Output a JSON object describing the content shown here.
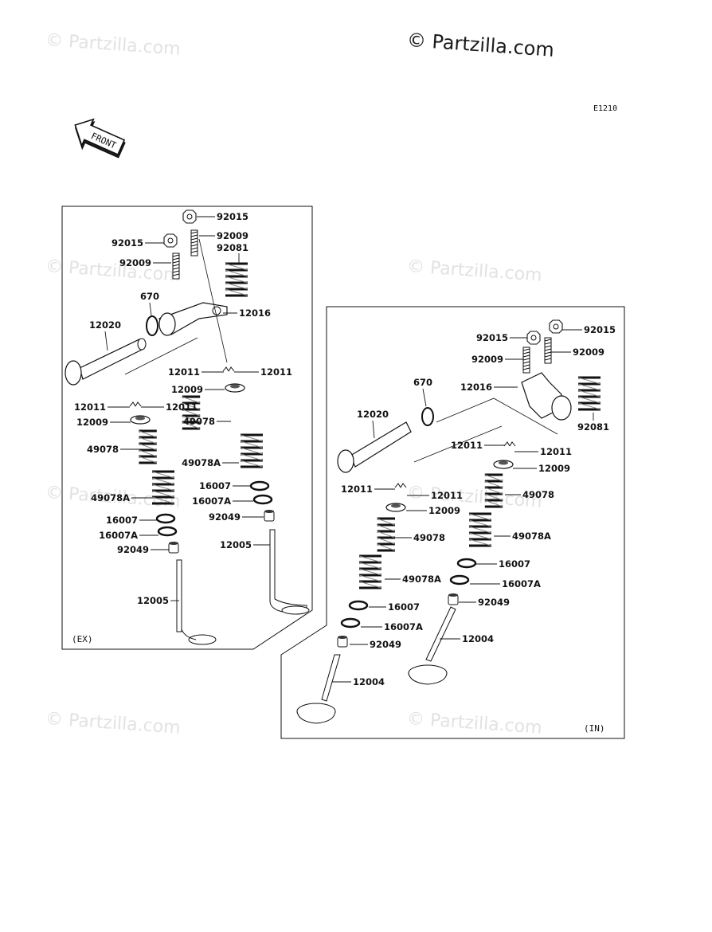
{
  "watermark": "© Partzilla.com",
  "brand": "© Partzilla.com",
  "diagram_code": "E1210",
  "front_label": "FRONT",
  "exhaust_panel": {
    "tag": "(EX)",
    "labels": {
      "nut_top": "92015",
      "stud_top": "92009",
      "spring_top": "92081",
      "nut_left": "92015",
      "stud_left": "92009",
      "oring": "670",
      "rocker": "12016",
      "shaft": "12020",
      "cotter_upper_l": "12011",
      "cotter_upper_r": "12011",
      "retainer_upper": "12009",
      "spring_inner_upper": "49078",
      "spring_outer_upper": "49078A",
      "seat_upper": "16007",
      "seat2_upper": "16007A",
      "seal_upper": "92049",
      "valve_upper": "12005",
      "cotter_lower_l": "12011",
      "cotter_lower_r": "12011",
      "retainer_lower": "12009",
      "spring_inner_lower": "49078",
      "spring_outer_lower": "49078A",
      "seat_lower": "16007",
      "seat2_lower": "16007A",
      "seal_lower": "92049",
      "valve_lower": "12005"
    }
  },
  "intake_panel": {
    "tag": "(IN)",
    "labels": {
      "nut_l": "92015",
      "nut_r": "92015",
      "stud_l": "92009",
      "stud_r": "92009",
      "oring": "670",
      "rocker": "12016",
      "spring_top": "92081",
      "shaft": "12020",
      "cotter_r_l": "12011",
      "cotter_r_r": "12011",
      "retainer_r": "12009",
      "spring_inner_r": "49078",
      "spring_outer_r": "49078A",
      "seat_r": "16007",
      "seat2_r": "16007A",
      "seal_r": "92049",
      "valve_r": "12004",
      "cotter_l_l": "12011",
      "cotter_l_r": "12011",
      "retainer_l": "12009",
      "spring_inner_l": "49078",
      "spring_outer_l": "49078A",
      "seat_l": "16007",
      "seat2_l": "16007A",
      "seal_l": "92049",
      "valve_l": "12004"
    }
  }
}
